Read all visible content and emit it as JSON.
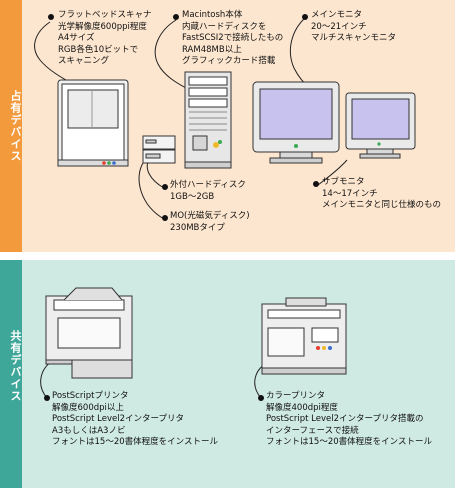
{
  "sections": {
    "owned": {
      "label": "占有デバイス",
      "bg": "#fde6cf",
      "tab": "#f39a3c"
    },
    "shared": {
      "label": "共有デバイス",
      "bg": "#cfe9e3",
      "tab": "#3fa79a"
    }
  },
  "devices": {
    "flatbed_scanner": [
      "フラットベッドスキャナ",
      "光学解像度600ppi程度",
      "A4サイズ",
      "RGB各色10ビットで",
      "スキャニング"
    ],
    "macintosh": [
      "Macintosh本体",
      "内蔵ハードディスクを",
      "FastSCSI2で接続したもの",
      "RAM48MB以上",
      "グラフィックカード搭載"
    ],
    "main_monitor": [
      "メインモニタ",
      "20〜21インチ",
      "マルチスキャンモニタ"
    ],
    "external_hdd": [
      "外付ハードディスク",
      "1GB〜2GB"
    ],
    "mo_drive": [
      "MO(光磁気ディスク)",
      "230MBタイプ"
    ],
    "sub_monitor": [
      "サブモニタ",
      "14〜17インチ",
      "メインモニタと同じ仕様のもの"
    ],
    "postscript_printer": [
      "PostScriptプリンタ",
      "解像度600dpi以上",
      "PostScript Level2インタープリタ",
      "A3もしくはA3ノビ",
      "フォントは15〜20書体程度をインストール"
    ],
    "color_printer": [
      "カラープリンタ",
      "解像度400dpi程度",
      "PostScript Level2インタープリタ搭載の",
      "インターフェースで接続",
      "フォントは15〜20書体程度をインストール"
    ]
  }
}
